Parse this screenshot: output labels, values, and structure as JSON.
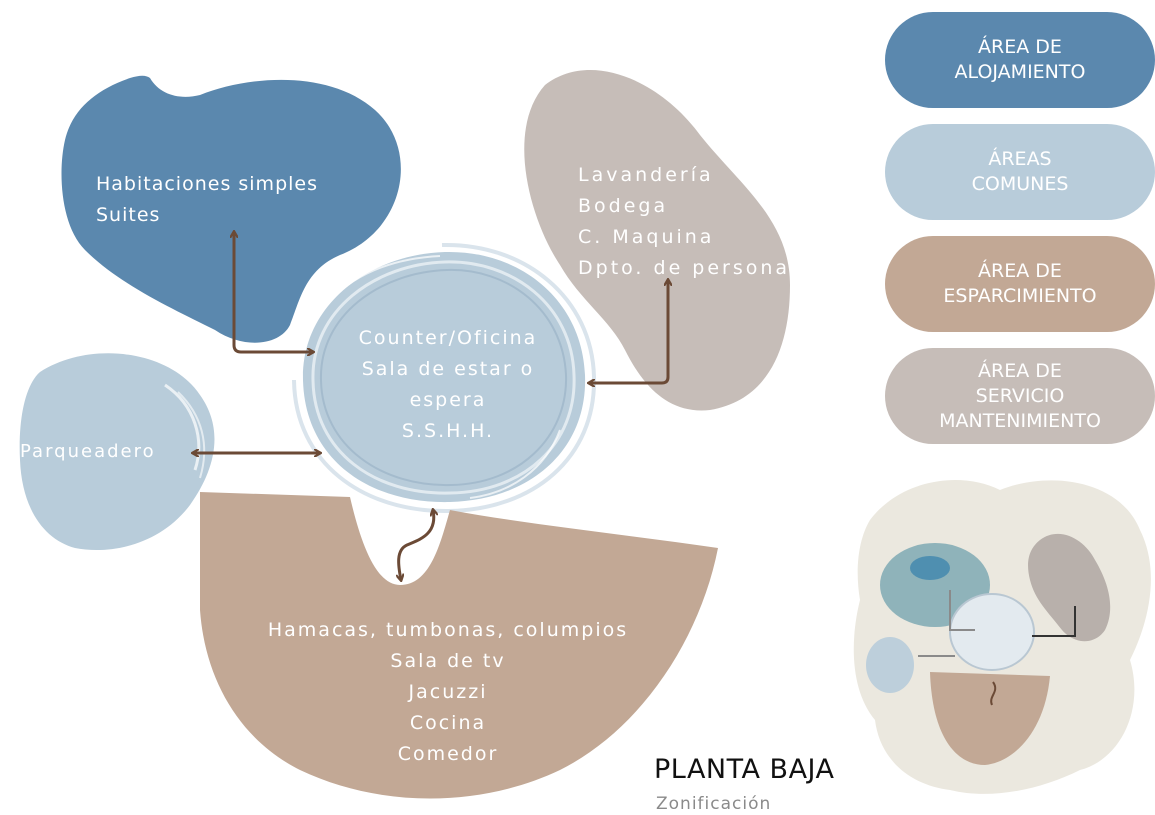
{
  "colors": {
    "alojamiento": "#5b88ae",
    "comunes": "#b8ccda",
    "esparcimiento": "#c2a895",
    "servicio": "#c6bdb8",
    "arrow": "#6b4a36"
  },
  "zones": {
    "habitaciones": [
      "Habitaciones simples",
      "Suites"
    ],
    "servicio": [
      "Lavandería",
      "Bodega",
      "C. Maquina",
      "Dpto. de persona"
    ],
    "counter": [
      "Counter/Oficina",
      "Sala de estar o",
      "espera",
      "S.S.H.H."
    ],
    "parqueadero": [
      "Parqueadero"
    ],
    "esparcimiento": [
      "Hamacas, tumbonas, columpios",
      "Sala de tv",
      "Jacuzzi",
      "Cocina",
      "Comedor"
    ]
  },
  "legend": [
    {
      "lines": [
        "ÁREA DE",
        "ALOJAMIENTO"
      ],
      "color": "#5b88ae"
    },
    {
      "lines": [
        "ÁREAS",
        "COMUNES"
      ],
      "color": "#b8ccda"
    },
    {
      "lines": [
        "ÁREA DE",
        "ESPARCIMIENTO"
      ],
      "color": "#c2a895"
    },
    {
      "lines": [
        "ÁREA DE",
        "SERVICIO",
        "MANTENIMIENTO"
      ],
      "color": "#c6bdb8"
    }
  ],
  "title": "PLANTA BAJA",
  "subtitle": "Zonificación"
}
